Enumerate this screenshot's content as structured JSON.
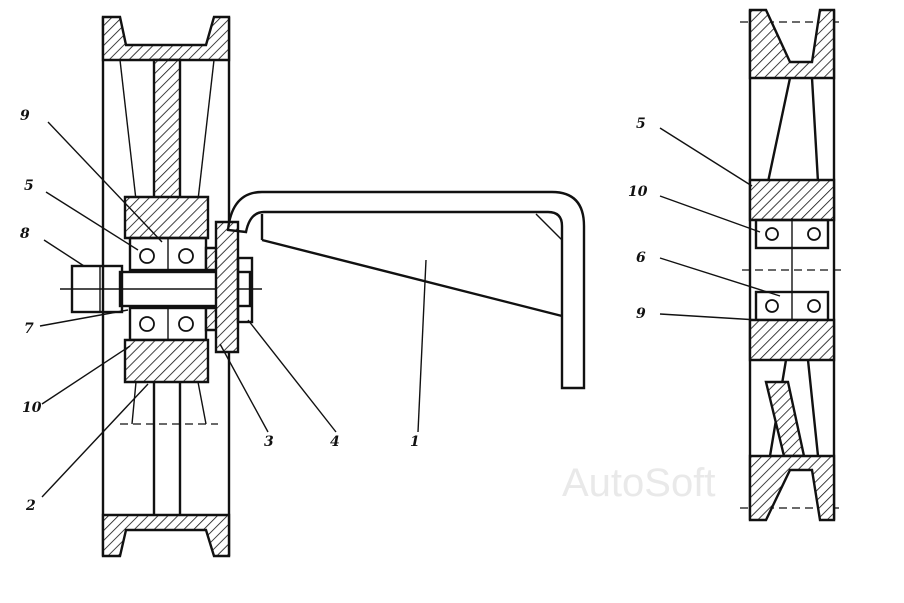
{
  "labels": {
    "left": [
      "9",
      "5",
      "8",
      "7",
      "10",
      "2",
      "3",
      "4",
      "1"
    ],
    "right": [
      "5",
      "10",
      "6",
      "9"
    ]
  },
  "watermark": "AutoSoft",
  "colors": {
    "ink": "#111111",
    "background": "#ffffff",
    "watermark": "#e9e9e9"
  }
}
